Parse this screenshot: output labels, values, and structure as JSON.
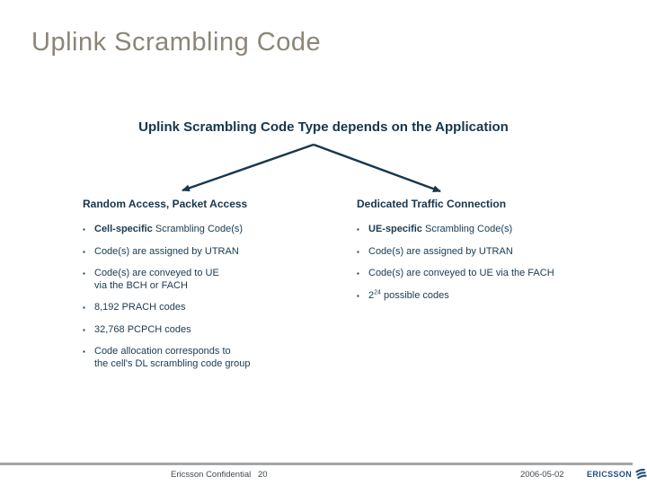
{
  "slide": {
    "title": "Uplink Scrambling Code",
    "subtitle": "Uplink Scrambling Code Type depends on the Application"
  },
  "columns": {
    "left": {
      "heading": "Random Access, Packet Access",
      "bullets": [
        {
          "bold": "Cell-specific",
          "text": " Scrambling Code(s)"
        },
        {
          "text": "Code(s) are assigned by UTRAN"
        },
        {
          "text": "Code(s) are conveyed to UE",
          "line2": "via the BCH or FACH"
        },
        {
          "text": "8,192 PRACH codes"
        },
        {
          "text": "32,768 PCPCH codes"
        },
        {
          "text": "Code allocation corresponds to",
          "line2": "the cell's DL scrambling code group"
        }
      ]
    },
    "right": {
      "heading": "Dedicated Traffic Connection",
      "bullets": [
        {
          "bold": "UE-specific",
          "text": " Scrambling Code(s)"
        },
        {
          "text": "Code(s) are assigned by UTRAN"
        },
        {
          "text": "Code(s) are conveyed to UE via the FACH"
        },
        {
          "pre": "2",
          "sup": "24",
          "text": " possible codes"
        }
      ]
    }
  },
  "footer": {
    "confidential": "Ericsson Confidential",
    "page_number": "20",
    "date": "2006-05-02",
    "brand": "ERICSSON"
  },
  "icons": {
    "bullet": "▪",
    "logo": "ericsson-three-bars"
  },
  "colors": {
    "title_gray": "#8c8577",
    "body_navy": "#16374d",
    "footer_bar_gray": "#a6a6a6",
    "logo_blue": "#1d4e7e"
  }
}
